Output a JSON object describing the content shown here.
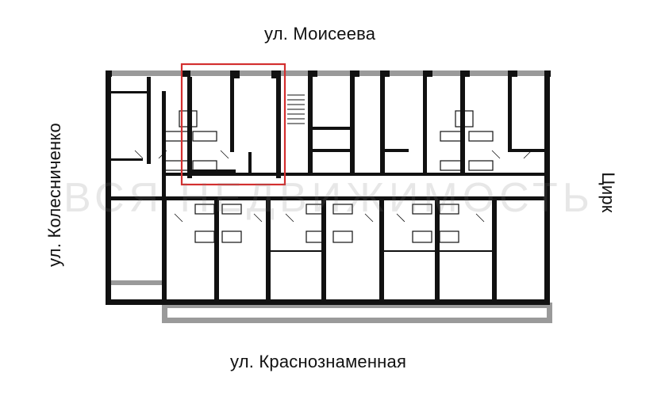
{
  "streets": {
    "top": "ул. Моисеева",
    "bottom": "ул. Краснознаменная",
    "left": "ул. Колесниченко",
    "right": "Цирк"
  },
  "watermark": "ВСЯ НЕДВИЖИМОСТЬ",
  "colors": {
    "wall": "#111111",
    "shade": "#9a9a9a",
    "highlight": "#d32f2f"
  }
}
